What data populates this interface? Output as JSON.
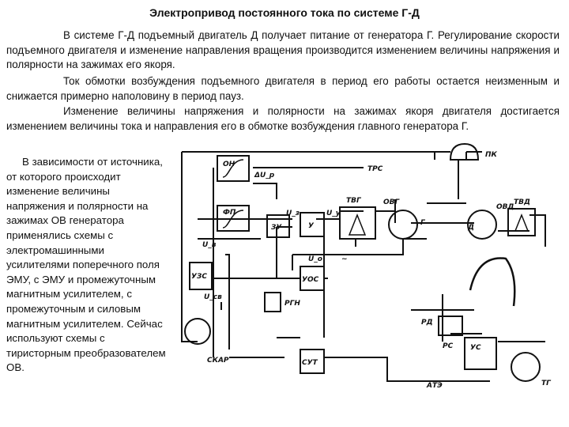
{
  "document": {
    "title": "Электропривод постоянного тока по системе Г-Д",
    "para1": "В системе Г-Д подъемный двигатель Д получает питание от генератора Г. Регулирование скорости подъемного двигателя и изменение направления вращения производится изменением величины напряжения и полярности на зажимах его якоря.",
    "para2": "Ток обмотки возбуждения подъемного двигателя в период его работы остается неизменным и снижается примерно наполовину в период пауз.",
    "para3": "Изменение величины напряжения и полярности на зажимах якоря двигателя достигается изменением величины тока и направления его в обмотке возбуждения главного генератора Г.",
    "side_text": "В зависимости от источника, от которого происходит изменение величины напряжения и полярности на зажимах ОВ генератора применялись схемы с электромашинными усилителями поперечного поля ЭМУ, с ЭМУ и промежуточным магнитным усилителем, с промежуточным и силовым магнитным усилителем. Сейчас используют схемы с тиристорным преобразователем ОВ."
  },
  "diagram": {
    "labels": {
      "on": "ОН",
      "fp": "ФП",
      "zu": "ЗУ",
      "u": "У",
      "uzs": "УЗС",
      "uos": "УОС",
      "sut": "СУТ",
      "rgn": "РГН",
      "trs": "ТРС",
      "tvg": "ТВГ",
      "ovg": "ОВГ",
      "g": "Г",
      "d": "Д",
      "ovd": "ОВД",
      "tvd": "ТВД",
      "pk": "ПК",
      "rd": "РД",
      "rs": "РС",
      "us": "УС",
      "ate": "АТЭ",
      "tg": "ТГ",
      "skar": "СКАР",
      "du_p": "ΔU_р",
      "u_z": "U_з",
      "u_y": "U_у",
      "u_o": "U_о",
      "u_v": "U_в",
      "u_sv": "U_св",
      "tilde": "~"
    }
  }
}
